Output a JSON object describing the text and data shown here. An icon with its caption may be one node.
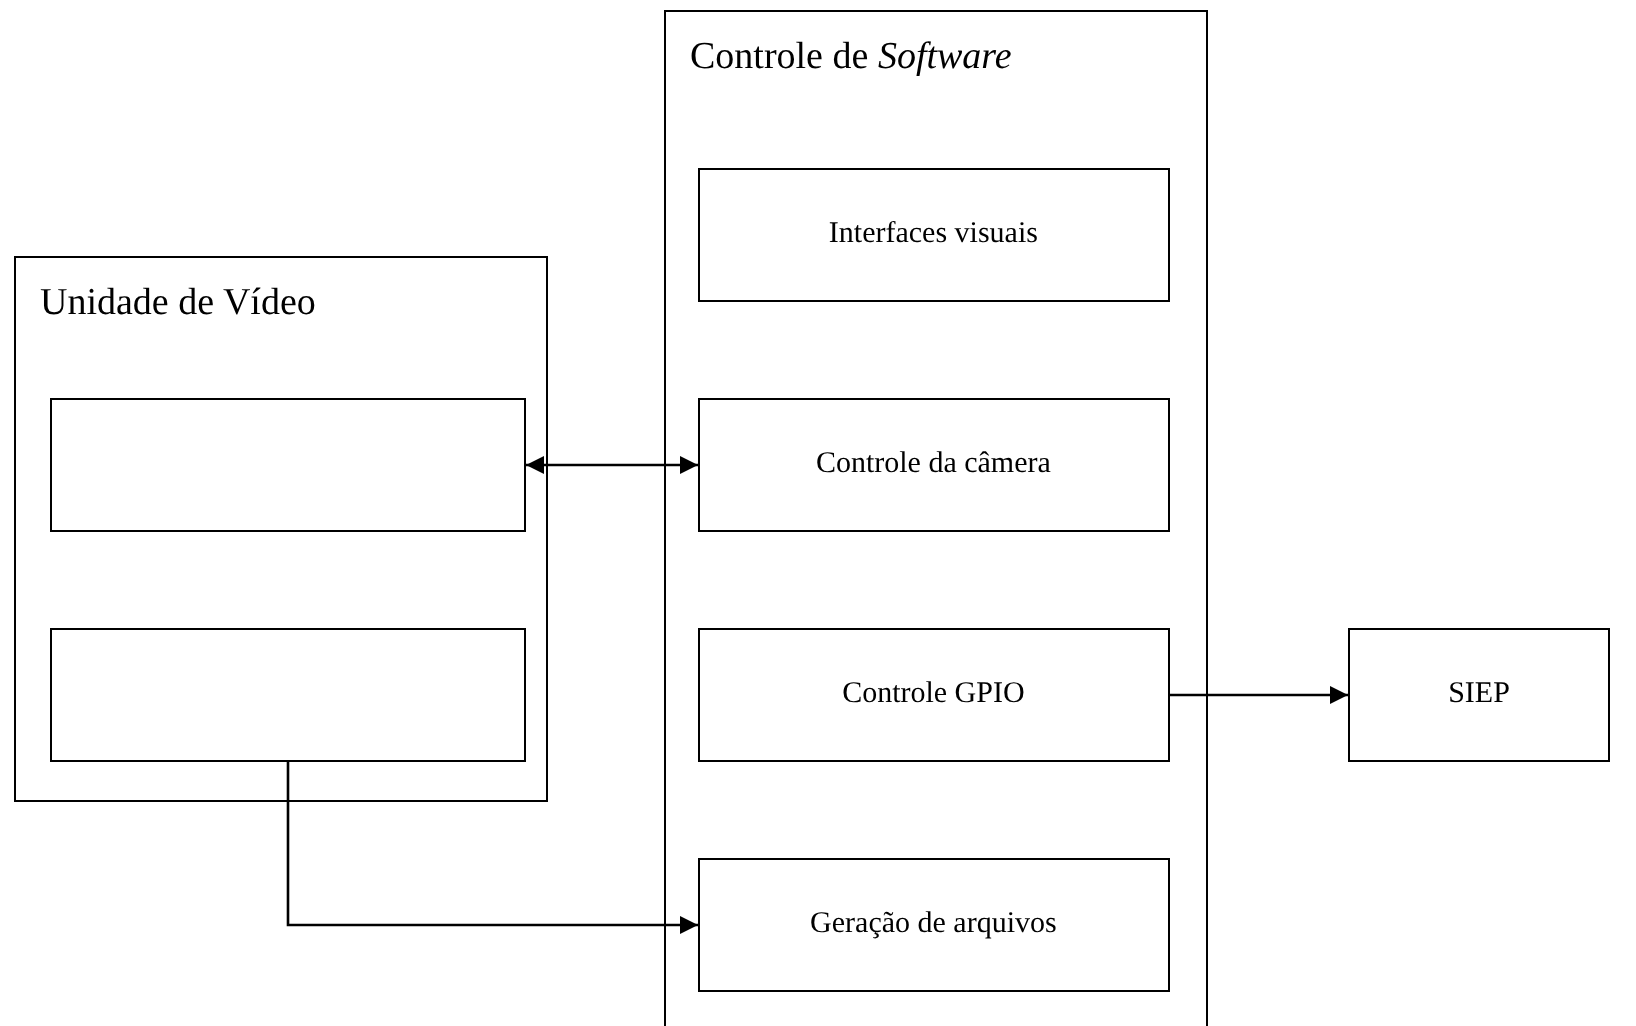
{
  "diagram": {
    "nodes": [
      {
        "text": [
          "Unidade de Vídeo"
        ]
      },
      {
        "text": [],
        "shape": "box",
        "in": 0
      },
      {
        "text": [],
        "shape": "box",
        "in": 0
      },
      {
        "text": [
          "Controle de *Software*"
        ]
      },
      {
        "text": [
          "Interfaces visuais"
        ],
        "in": 3
      },
      {
        "text": [
          "Controle da câmera"
        ],
        "in": 3
      },
      {
        "text": [
          "Controle GPIO"
        ],
        "in": 3
      },
      {
        "text": [
          "Geração de arquivos"
        ],
        "in": 3
      },
      {
        "text": [
          "SIEP"
        ]
      }
    ],
    "edges": [
      {
        "from": 1,
        "to": 5,
        "arrow": "both"
      },
      {
        "from": 6,
        "to": 8,
        "arrow": "to"
      },
      {
        "from": 2,
        "to": 7,
        "arrow": "to"
      }
    ]
  }
}
